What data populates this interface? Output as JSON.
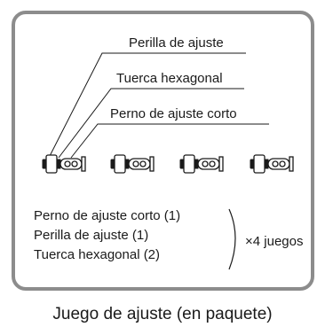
{
  "callouts": {
    "knob": "Perilla de ajuste",
    "nut": "Tuerca hexagonal",
    "bolt": "Perno de ajuste corto"
  },
  "contents": [
    "Perno de ajuste corto (1)",
    "Perilla de ajuste (1)",
    "Tuerca hexagonal (2)"
  ],
  "quantity": "×4 juegos",
  "caption": "Juego de ajuste (en paquete)",
  "assembly_icon": "adjuster-assembly-icon",
  "frame_color": "#8c8c8c"
}
